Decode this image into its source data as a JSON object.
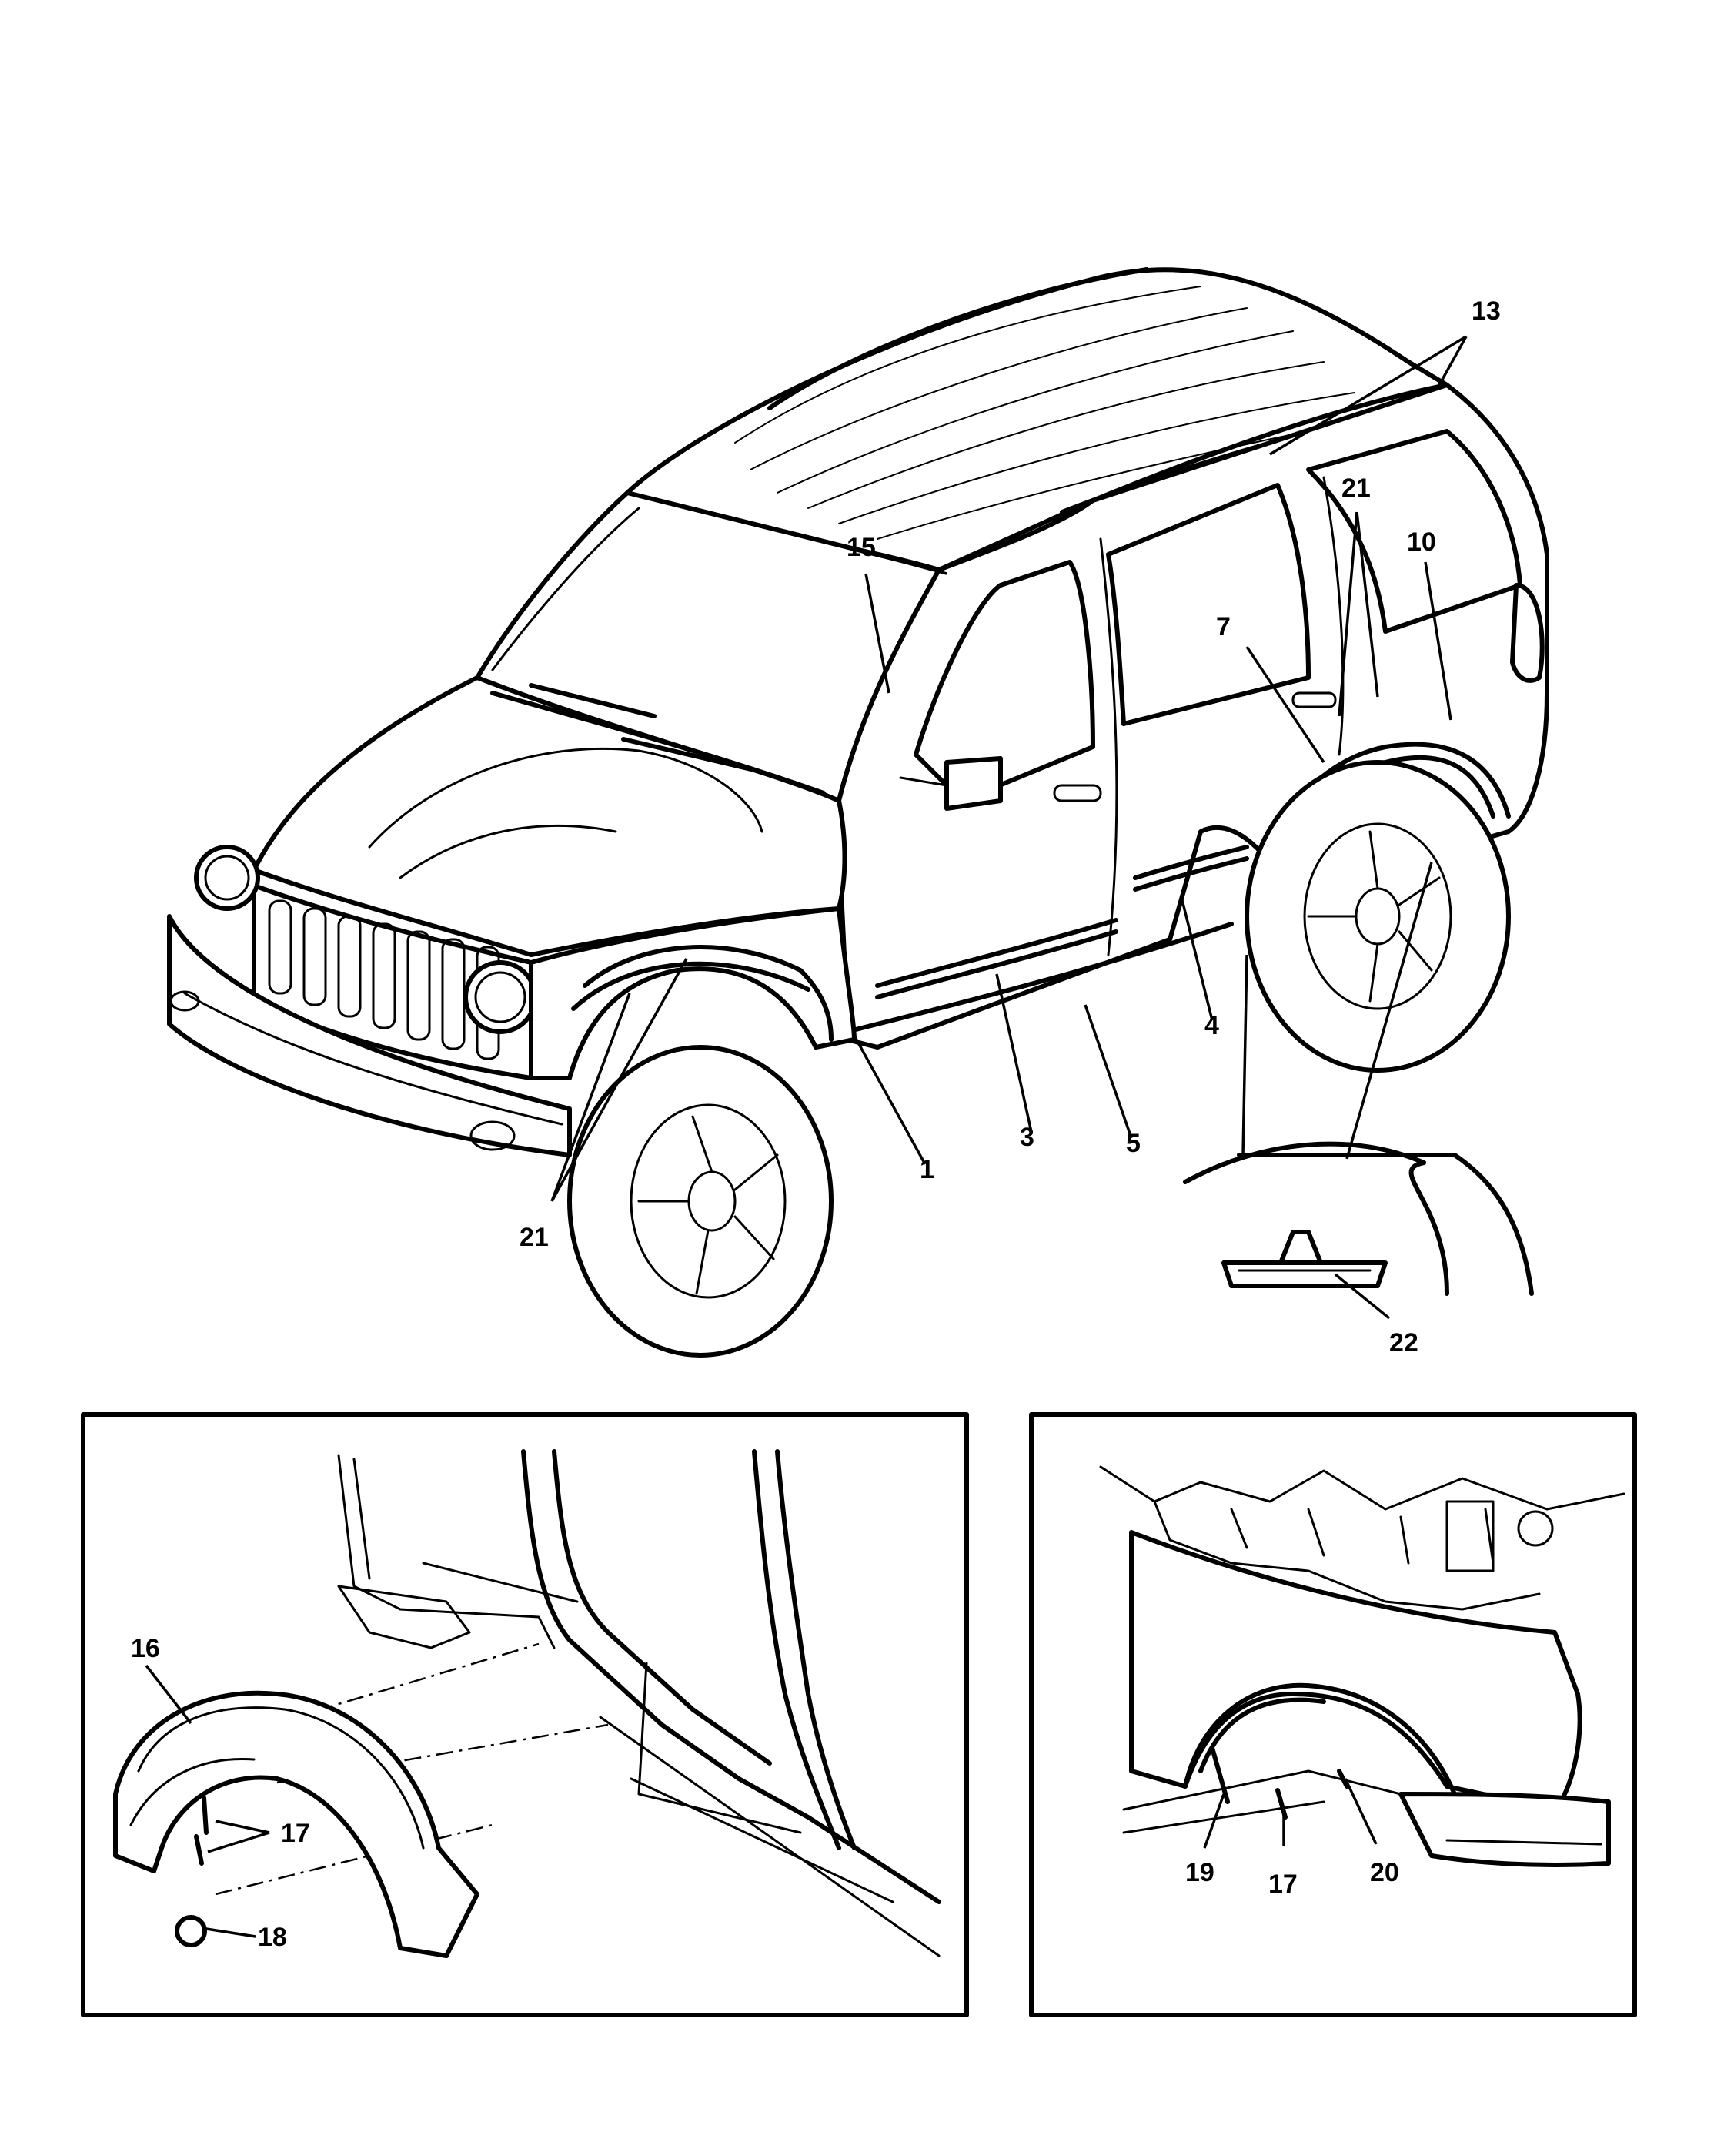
{
  "callouts": {
    "c1": "1",
    "c3": "3",
    "c4": "4",
    "c5": "5",
    "c7": "7",
    "c10": "10",
    "c13": "13",
    "c15": "15",
    "c21_front": "21",
    "c21_rear": "21",
    "c22": "22",
    "c16": "16",
    "c17_left": "17",
    "c18": "18",
    "c19": "19",
    "c17_right": "17",
    "c20": "20"
  }
}
